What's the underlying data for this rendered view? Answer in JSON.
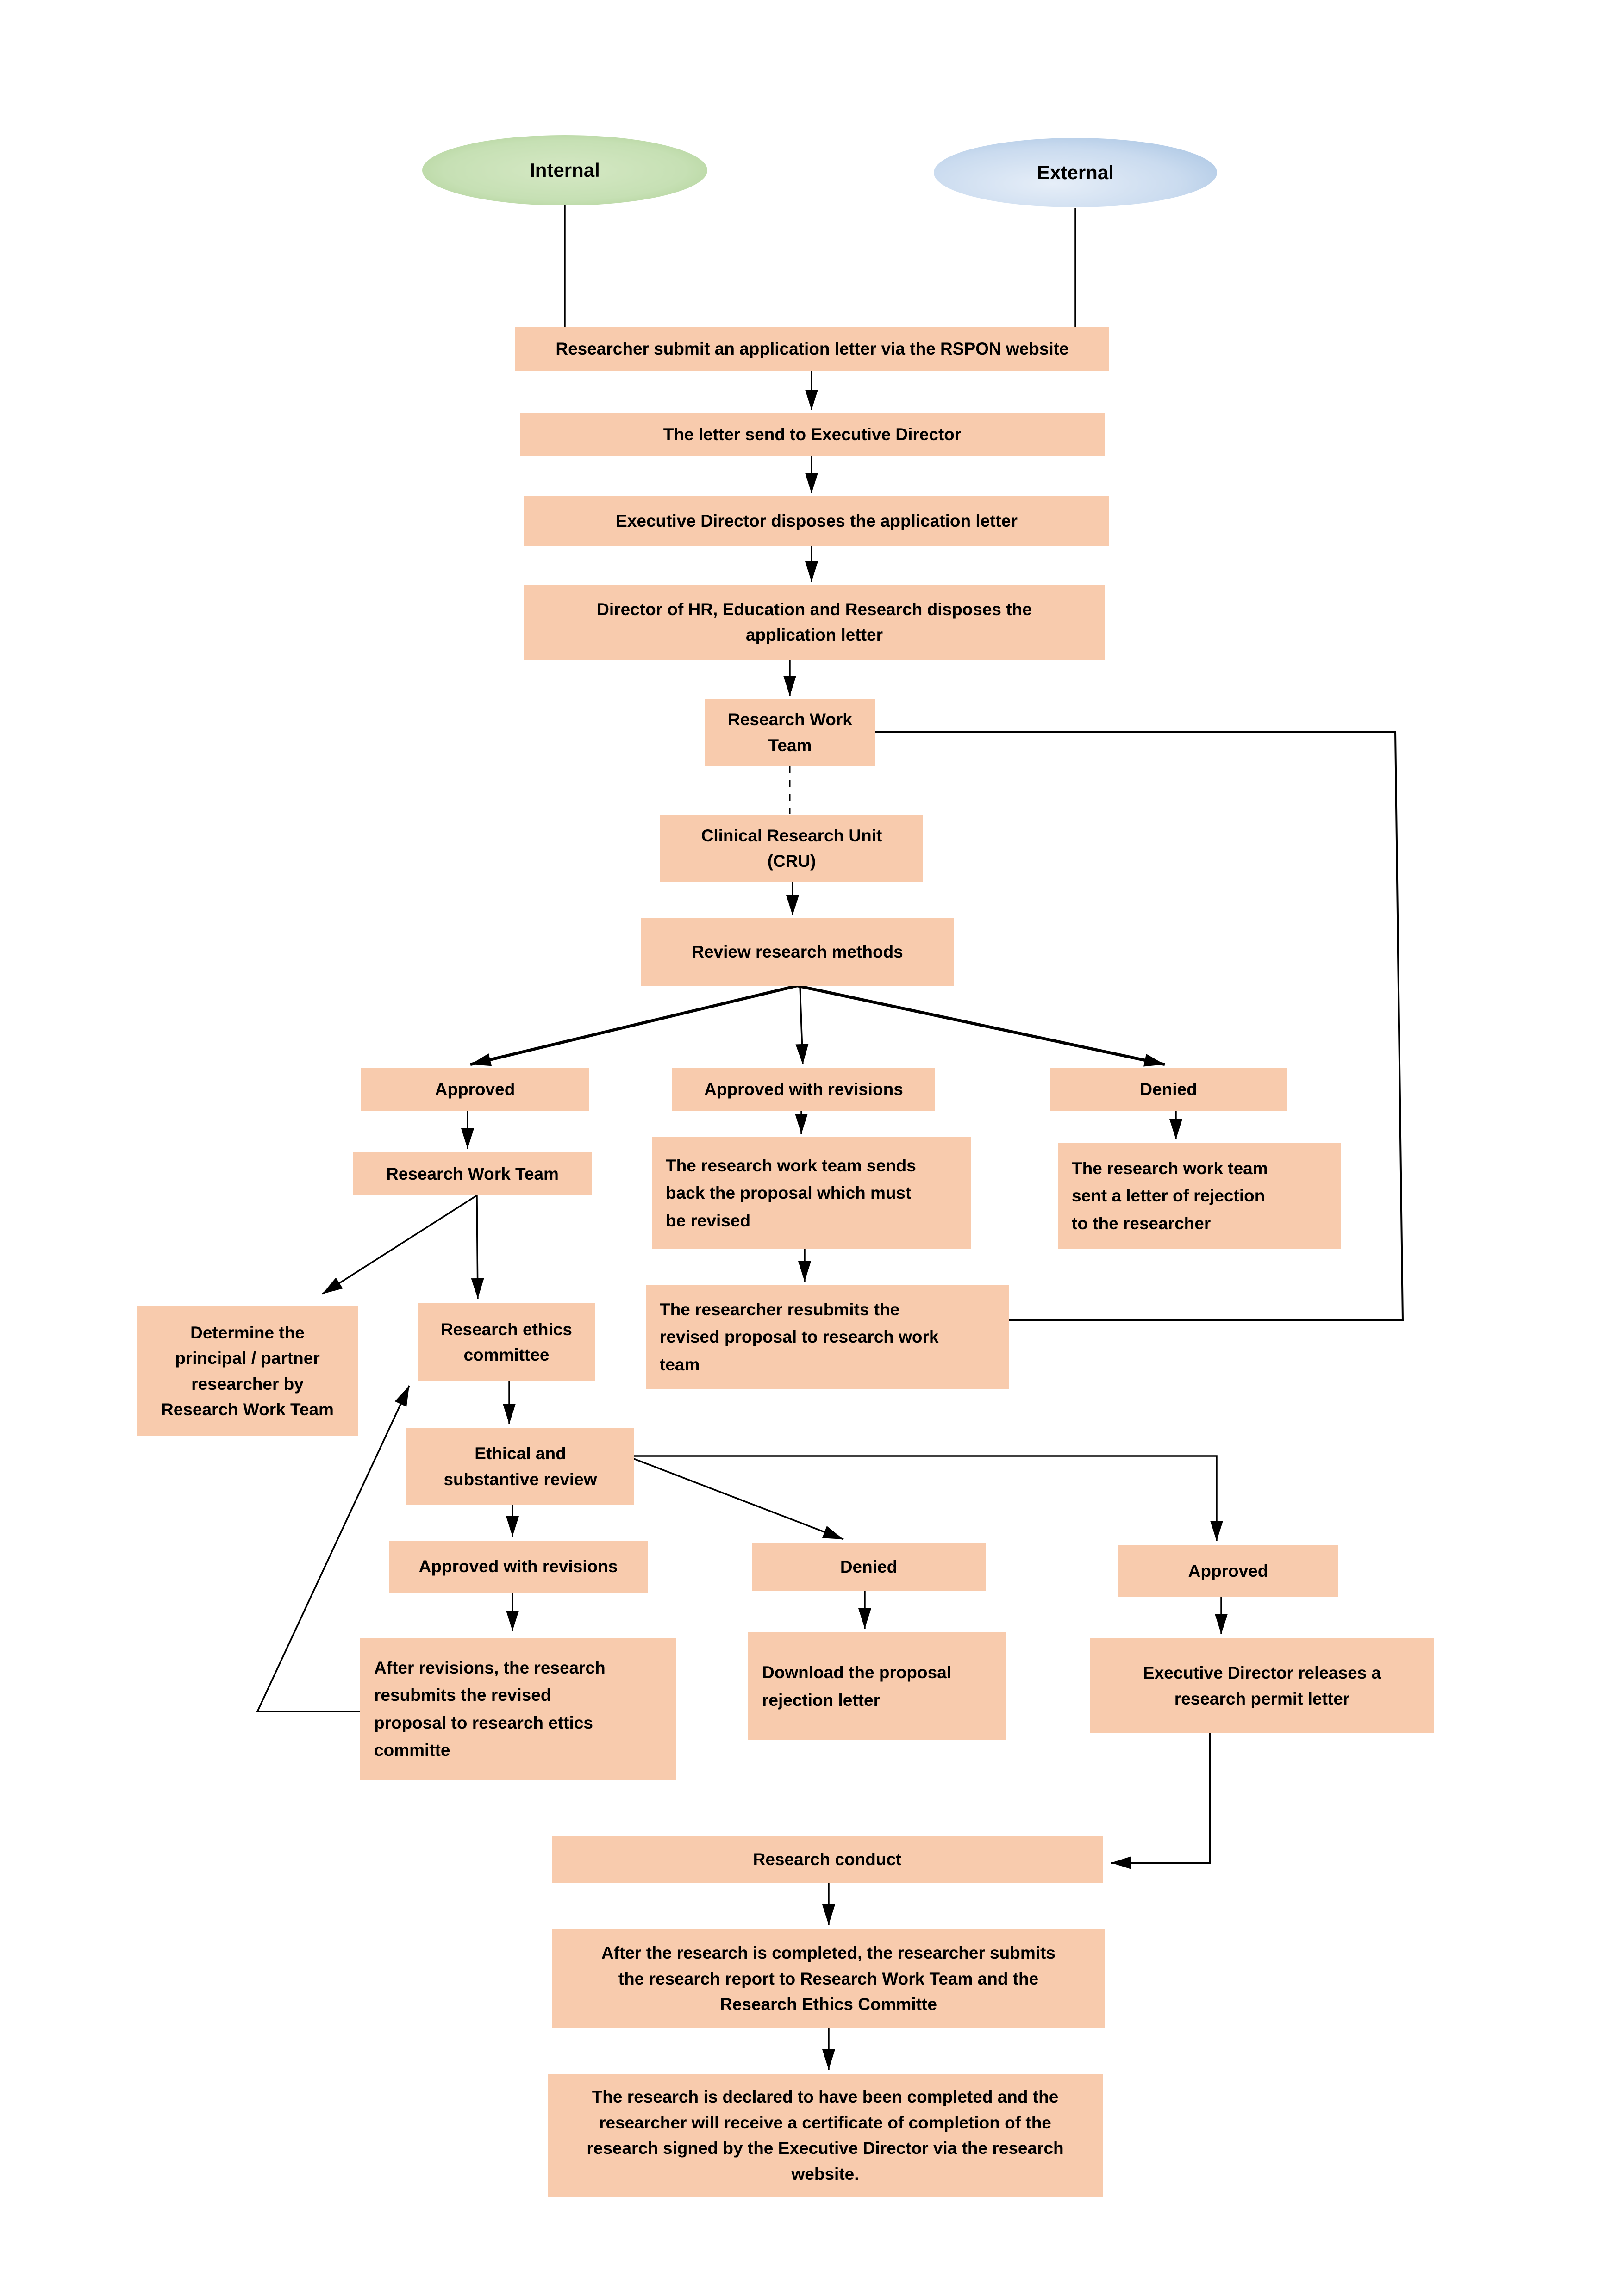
{
  "flowchart": {
    "terminals": {
      "internal": {
        "label": "Internal"
      },
      "external": {
        "label": "External"
      }
    },
    "nodes": {
      "submit": {
        "label": "Researcher submit an application letter via the RSPON website"
      },
      "letter_sent": {
        "label": "The letter send to Executive Director"
      },
      "ed_disposes": {
        "label": "Executive Director disposes the application letter"
      },
      "hr_disposes": {
        "label": "Director of HR, Education and Research disposes the\napplication letter"
      },
      "rwt1": {
        "label": "Research Work\nTeam"
      },
      "cru": {
        "label": "Clinical Research Unit\n(CRU)"
      },
      "review_methods": {
        "label": "Review research methods"
      },
      "approved1": {
        "label": "Approved"
      },
      "approved_rev1": {
        "label": "Approved with revisions"
      },
      "denied1": {
        "label": "Denied"
      },
      "rwt2": {
        "label": "Research Work Team"
      },
      "sends_back": {
        "label": "The research work team sends\nback the proposal which must\nbe revised"
      },
      "rejection_letter": {
        "label": "The research work team\nsent a letter of rejection\nto the researcher"
      },
      "determine": {
        "label": "Determine the\nprincipal / partner\nresearcher by\nResearch Work Team"
      },
      "ethics_committee": {
        "label": "Research ethics\ncommittee"
      },
      "resubmits": {
        "label": "The researcher resubmits the\nrevised proposal to research work\nteam"
      },
      "ethical_review": {
        "label": "Ethical and\nsubstantive review"
      },
      "approved_rev2": {
        "label": "Approved with revisions"
      },
      "denied2": {
        "label": "Denied"
      },
      "approved2": {
        "label": "Approved"
      },
      "after_revisions": {
        "label": "After revisions, the research\nresubmits the revised\nproposal to research ettics\ncommitte"
      },
      "download_rejection": {
        "label": "Download the proposal\nrejection letter"
      },
      "exec_releases": {
        "label": "Executive Director releases a\nresearch permit letter"
      },
      "conduct": {
        "label": "Research conduct"
      },
      "submit_report": {
        "label": "After the research is completed, the researcher submits\nthe research report to Research Work Team and the\nResearch Ethics Committe"
      },
      "declared": {
        "label": "The research is declared to have been completed and the\nresearcher will receive a certificate of completion of the\nresearch signed by the Executive Director via the research\nwebsite."
      }
    },
    "colors": {
      "node-fill": "#F8CBAD",
      "line": "#000000",
      "text": "#000000",
      "internal-light": "#D5E8C4",
      "internal-mid": "#C6E0B4",
      "internal-dark": "#AACD90",
      "external-light": "#E6EEF8",
      "external-mid": "#CADBEF",
      "external-dark": "#9FBEDF"
    }
  }
}
